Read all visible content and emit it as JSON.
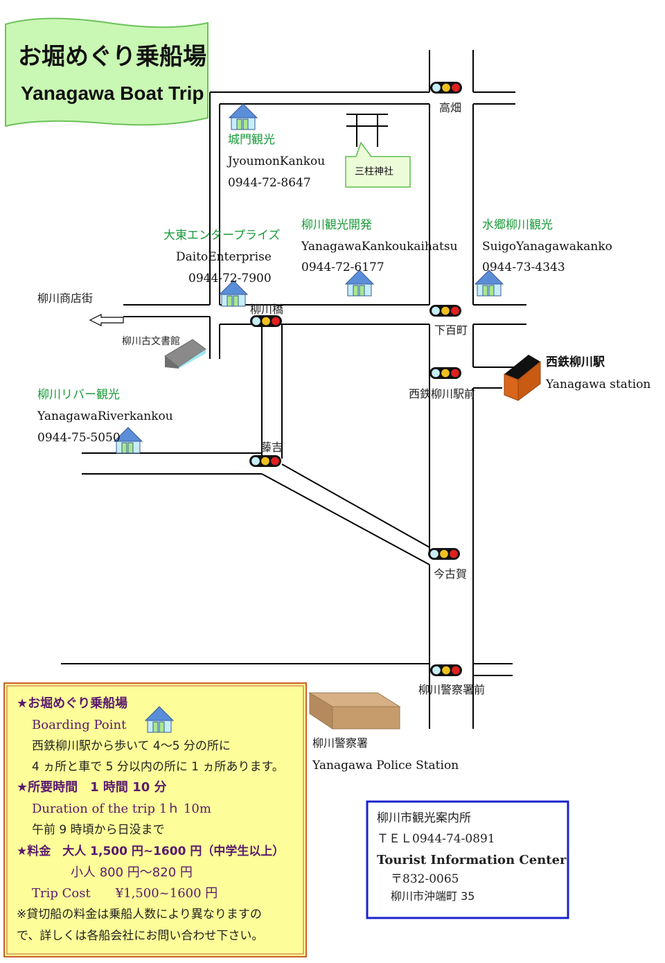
{
  "title": {
    "ja": "お堀めぐり乗船場",
    "en": "Yanagawa Boat Trip"
  },
  "colors": {
    "banner": "#c9f7b4",
    "info_box": "#fdfd99",
    "info_border": "#c8602a",
    "station": "#d9661a",
    "house": "#5b8ed8",
    "tic_border": "#1a22cc"
  },
  "companies": [
    {
      "ja": "城門観光",
      "en": "JyoumonKankou",
      "tel": "0944-72-8647"
    },
    {
      "ja": "大東エンタープライズ",
      "en": "DaitoEnterprise",
      "tel": "0944-72-7900"
    },
    {
      "ja": "柳川観光開発",
      "en": "YanagawaKankoukaihatsu",
      "tel": "0944-72-6177"
    },
    {
      "ja": "水郷柳川観光",
      "en": "SuigoYanagawakanko",
      "tel": "0944-73-4343"
    },
    {
      "ja": "柳川リバー観光",
      "en": "YanagawaRiverkankou",
      "tel": "0944-75-5050"
    }
  ],
  "places": {
    "shrine": "三柱神社",
    "shopping_street": "柳川商店街",
    "archive": "柳川古文書館",
    "station_ja": "西鉄柳川駅",
    "station_en": "Yanagawa station",
    "police_ja": "柳川警察署",
    "police_en": "Yanagawa Police Station"
  },
  "intersections": [
    "高畑",
    "柳川橋",
    "下百町",
    "西鉄柳川駅前",
    "藤吉",
    "今古賀",
    "柳川警察署前"
  ],
  "info_box": {
    "h1": "★お堀めぐり乗船場",
    "l1": "Boarding Point",
    "l2": "西鉄柳川駅から歩いて 4～5 分の所に",
    "l3": "4 ヵ所と車で 5 分以内の所に 1 ヵ所あります。",
    "h2": "★所要時間　1 時間 10 分",
    "l4": "Duration of the trip 1ｈ  10m",
    "l5": "午前 9 時頃から日没まで",
    "h3": "★料金　大人 1,500 円~1600 円（中学生以上）",
    "l6": "小人 800 円～820 円",
    "l7": "Trip Cost　　¥1,500~1600 円",
    "l8": "※貸切船の料金は乗船人数により異なりますの",
    "l9": "で、詳しくは各船会社にお問い合わせ下さい。"
  },
  "tourist_info": {
    "name_ja": "柳川市観光案内所",
    "tel": "ＴＥＬ0944-74-0891",
    "name_en": "Tourist Information Center",
    "postal": "〒832-0065",
    "address": "柳川市沖端町 35"
  }
}
